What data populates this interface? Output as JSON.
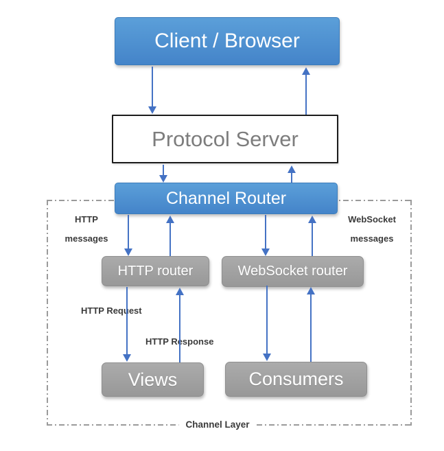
{
  "nodes": {
    "client_browser": "Client / Browser",
    "protocol_server": "Protocol Server",
    "channel_router": "Channel Router",
    "http_router": "HTTP router",
    "websocket_router": "WebSocket router",
    "views": "Views",
    "consumers": "Consumers"
  },
  "edge_labels": {
    "http_messages": [
      "HTTP",
      "messages"
    ],
    "websocket_messages": [
      "WebSocket",
      "messages"
    ],
    "http_request": "HTTP Request",
    "http_response": "HTTP Response"
  },
  "boundary_label": "Channel Layer",
  "colors": {
    "node_blue_top": "#5b9fd9",
    "node_blue_bot": "#4484c9",
    "node_blue_border": "#3c7cba",
    "node_gray_top": "#ababab",
    "node_gray_bot": "#989898",
    "arrow_blue": "#4472c4",
    "dash": "#9a9a9a",
    "label_text": "#3a3a3a",
    "protocol_text": "#7d7d7d"
  }
}
